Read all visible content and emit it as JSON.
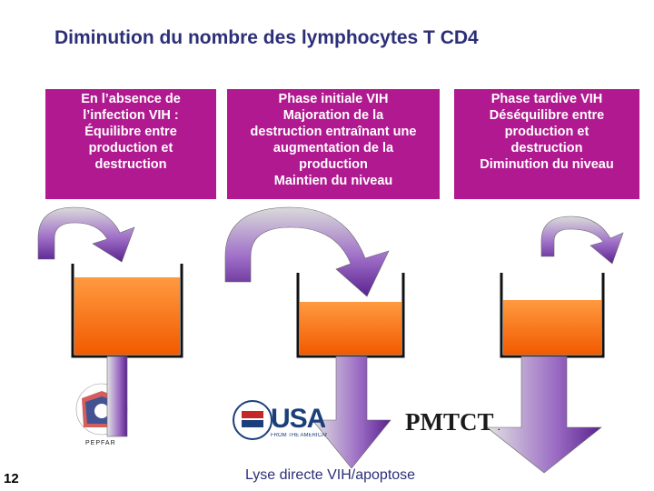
{
  "title": "Diminution du nombre des lymphocytes T CD4",
  "phases": [
    {
      "lines": [
        "En l’absence de",
        "l’infection VIH :",
        "Équilibre entre",
        "production et",
        "destruction"
      ]
    },
    {
      "lines": [
        "Phase initiale VIH",
        "Majoration de la",
        "destruction entraînant une",
        "augmentation de la",
        "production",
        "Maintien du niveau"
      ]
    },
    {
      "lines": [
        "Phase tardive VIH",
        "Déséquilibre entre",
        "production et",
        "destruction",
        "Diminution du niveau"
      ]
    }
  ],
  "bottom_label": "Lyse directe VIH/apoptose",
  "slide_number": "12",
  "logos": {
    "usaid": "USAID",
    "usaid_sub": "FROM THE AMERICAN PEOPLE",
    "pmtct": "PMTCT Ac",
    "pepfar": "PEPFAR"
  },
  "colors": {
    "title": "#2c2f78",
    "phase_box": "#b0198f",
    "arrow_gradient_top": "#d8d8d8",
    "arrow_gradient_bottom": "#6a2a9c",
    "liquid_top": "#ff9a40",
    "liquid_bottom": "#f25a00"
  }
}
